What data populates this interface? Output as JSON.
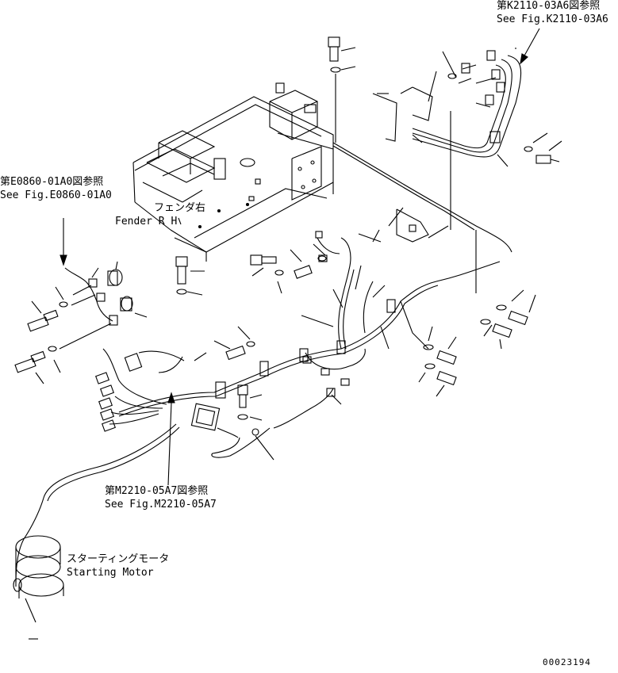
{
  "references": {
    "top_right": {
      "jp": "第K2110-03A6図参照",
      "en": "See Fig.K2110-03A6"
    },
    "left": {
      "jp": "第E0860-01A0図参照",
      "en": "See Fig.E0860-01A0"
    },
    "bottom": {
      "jp": "第M2210-05A7図参照",
      "en": "See Fig.M2210-05A7"
    }
  },
  "components": {
    "fender": {
      "jp": "フェンダ右",
      "en": "Fender R H"
    },
    "starting_motor": {
      "jp": "スターティングモータ",
      "en": "Starting Motor"
    }
  },
  "figure_number": "00023194"
}
